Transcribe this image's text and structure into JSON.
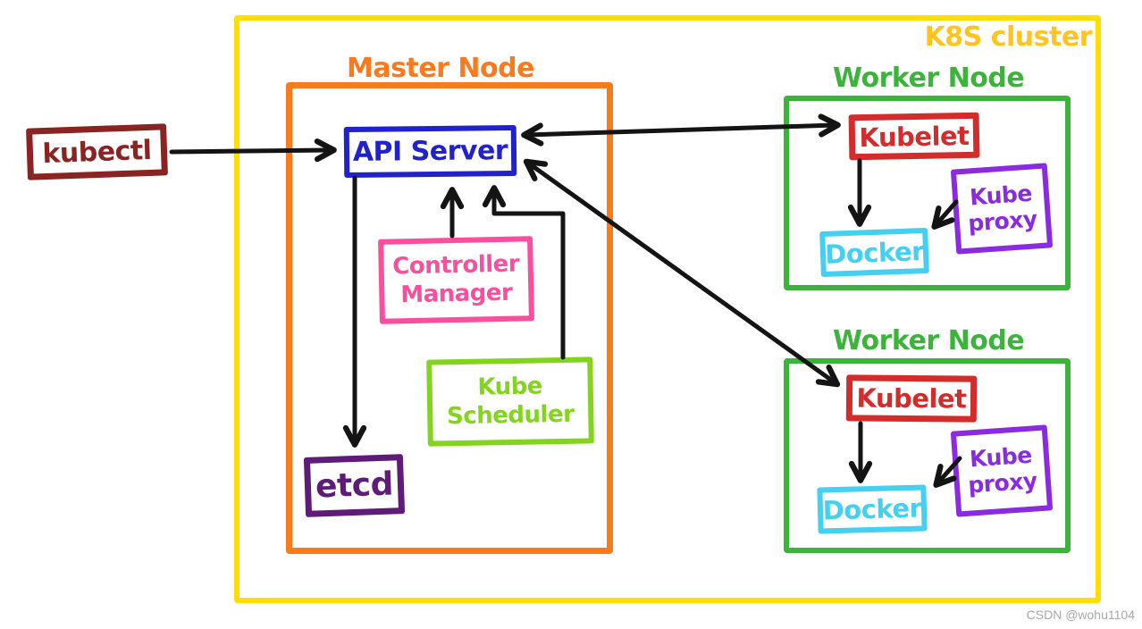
{
  "cluster": {
    "label": "K8S cluster"
  },
  "kubectl": {
    "label": "kubectl"
  },
  "master_node": {
    "title": "Master Node",
    "api_server": {
      "label": "API Server"
    },
    "controller_manager": {
      "label": "Controller\nManager"
    },
    "kube_scheduler": {
      "label": "Kube\nScheduler"
    },
    "etcd": {
      "label": "etcd"
    }
  },
  "worker_nodes": [
    {
      "title": "Worker Node",
      "kubelet": {
        "label": "Kubelet"
      },
      "kube_proxy": {
        "label": "Kube\nproxy"
      },
      "docker": {
        "label": "Docker"
      }
    },
    {
      "title": "Worker Node",
      "kubelet": {
        "label": "Kubelet"
      },
      "kube_proxy": {
        "label": "Kube\nproxy"
      },
      "docker": {
        "label": "Docker"
      }
    }
  ],
  "edges": [
    {
      "from": "kubectl",
      "to": "api-server",
      "direction": "one-way"
    },
    {
      "from": "api-server",
      "to": "worker-1-kubelet",
      "direction": "two-way"
    },
    {
      "from": "api-server",
      "to": "worker-2-kubelet",
      "direction": "two-way"
    },
    {
      "from": "api-server",
      "to": "etcd",
      "direction": "one-way"
    },
    {
      "from": "controller-manager",
      "to": "api-server",
      "direction": "one-way"
    },
    {
      "from": "kube-scheduler",
      "to": "api-server",
      "direction": "one-way"
    },
    {
      "from": "worker-1-kubelet",
      "to": "worker-1-docker",
      "direction": "one-way"
    },
    {
      "from": "worker-1-kube-proxy",
      "to": "worker-1-docker",
      "direction": "one-way"
    },
    {
      "from": "worker-2-kubelet",
      "to": "worker-2-docker",
      "direction": "one-way"
    },
    {
      "from": "worker-2-kube-proxy",
      "to": "worker-2-docker",
      "direction": "one-way"
    }
  ],
  "colors": {
    "cluster_border": "#FFDE00",
    "cluster_label": "#FFC41F",
    "master_border": "#FB7A1E",
    "worker_border": "#3CB43C",
    "kubectl": "#8A2422",
    "api_server": "#2222CC",
    "controller_manager": "#FA4F9F",
    "kube_scheduler": "#82D41E",
    "etcd": "#5E1C78",
    "kubelet": "#D32C2C",
    "kube_proxy": "#8B2BE0",
    "docker": "#45D0F2",
    "arrow": "#141414",
    "watermark": "#A8A8A8"
  },
  "watermark": {
    "text": "CSDN @wohu1104"
  }
}
